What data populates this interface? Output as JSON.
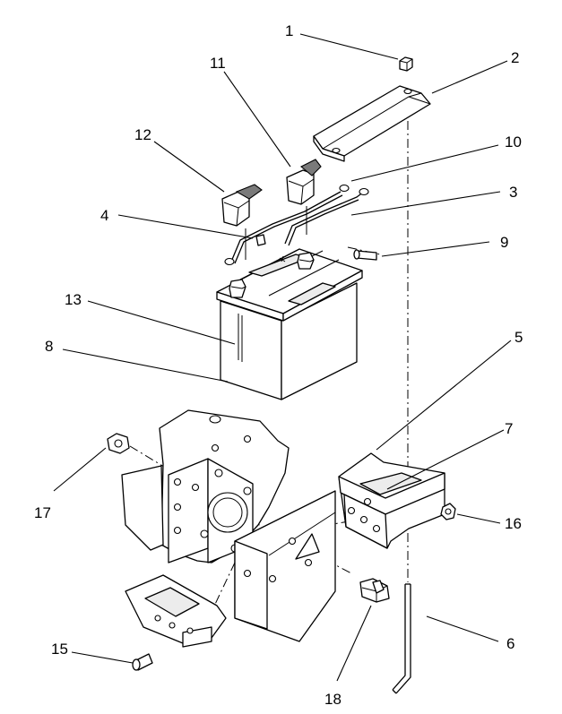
{
  "diagram": {
    "callouts": [
      {
        "id": "1",
        "label": "1"
      },
      {
        "id": "2",
        "label": "2"
      },
      {
        "id": "3",
        "label": "3"
      },
      {
        "id": "4",
        "label": "4"
      },
      {
        "id": "5",
        "label": "5"
      },
      {
        "id": "6",
        "label": "6"
      },
      {
        "id": "7",
        "label": "7"
      },
      {
        "id": "8",
        "label": "8"
      },
      {
        "id": "9",
        "label": "9"
      },
      {
        "id": "10",
        "label": "10"
      },
      {
        "id": "11",
        "label": "11"
      },
      {
        "id": "12",
        "label": "12"
      },
      {
        "id": "13",
        "label": "13"
      },
      {
        "id": "15",
        "label": "15"
      },
      {
        "id": "16",
        "label": "16"
      },
      {
        "id": "17",
        "label": "17"
      },
      {
        "id": "18",
        "label": "18"
      }
    ]
  }
}
